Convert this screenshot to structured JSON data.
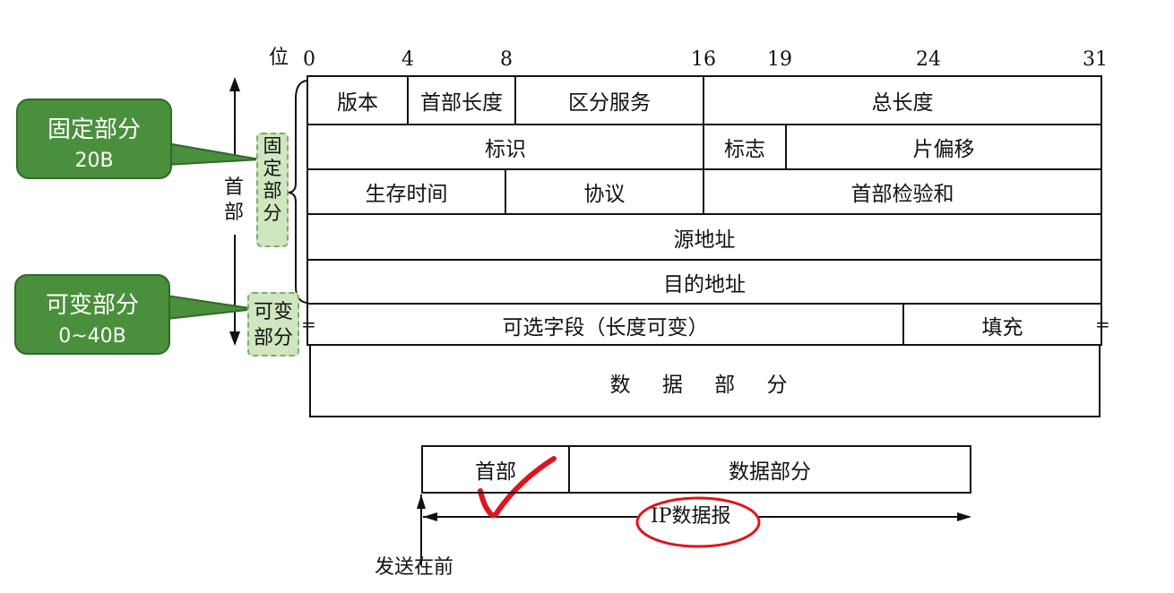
{
  "bit_label": "位",
  "bit_positions": [
    "0",
    "4",
    "8",
    "16",
    "19",
    "24",
    "31"
  ],
  "header_rows": [
    [
      "版本",
      "首部长度",
      "区分服务",
      "总长度"
    ],
    [
      "标识",
      "标志",
      "片偏移"
    ],
    [
      "生存时间",
      "协议",
      "首部检验和"
    ],
    [
      "源地址"
    ],
    [
      "目的地址"
    ],
    [
      "可选字段（长度可变）",
      "填充"
    ]
  ],
  "data_part": "数 据 部 分",
  "side": {
    "header_vertical": "首部",
    "fixed_tag": "固定部分",
    "variable_tag": "可变部分"
  },
  "callouts": {
    "fixed": {
      "title": "固定部分",
      "size": "20B"
    },
    "variable": {
      "title": "可变部分",
      "size": "0~40B"
    }
  },
  "datagram": {
    "header": "首部",
    "data": "数据部分",
    "label": "IP数据报",
    "send_first": "发送在前"
  },
  "colors": {
    "callout_green": "#4a8f3c",
    "tag_green": "#cfe6c1",
    "annotation_red": "#e0141c"
  }
}
